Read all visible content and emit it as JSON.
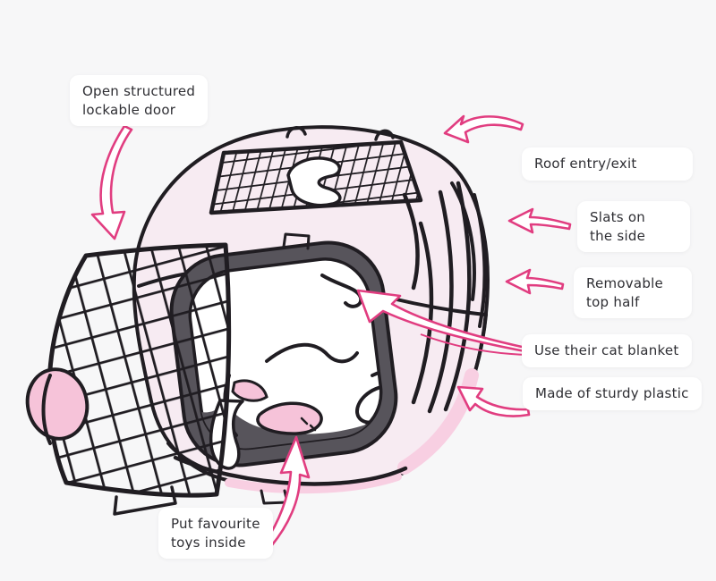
{
  "page": {
    "background": "#f7f7f8"
  },
  "style": {
    "accent_pink": "#e13d80",
    "body_pink": "#f7ebf2",
    "band_pink": "#f8cfe2",
    "toy_pink": "#f6c3d9",
    "dark_gray": "#57545b",
    "line_color": "#201d22",
    "label_bg": "#ffffff",
    "label_text": "#2e2e33"
  },
  "labels": {
    "open_door": "Open structured\nlockable door",
    "roof": "Roof entry/exit",
    "slats": "Slats on\nthe side",
    "removable": "Removable\ntop half",
    "blanket": "Use their cat blanket",
    "plastic": "Made of sturdy plastic",
    "toys": "Put favourite\ntoys inside"
  },
  "illustration": {
    "name": "cat-carrier-line-drawing",
    "arrows": [
      "open-door-arrow",
      "roof-arrow",
      "slats-arrow",
      "removable-arrow",
      "blanket-arrow",
      "plastic-arrow",
      "toys-arrow"
    ],
    "parts": [
      "roof-mesh-door",
      "carry-handles",
      "side-slats",
      "removable-top-half",
      "open-wire-door",
      "door-latch-knob",
      "cat-blanket",
      "favourite-toy",
      "floor-shadow"
    ]
  }
}
